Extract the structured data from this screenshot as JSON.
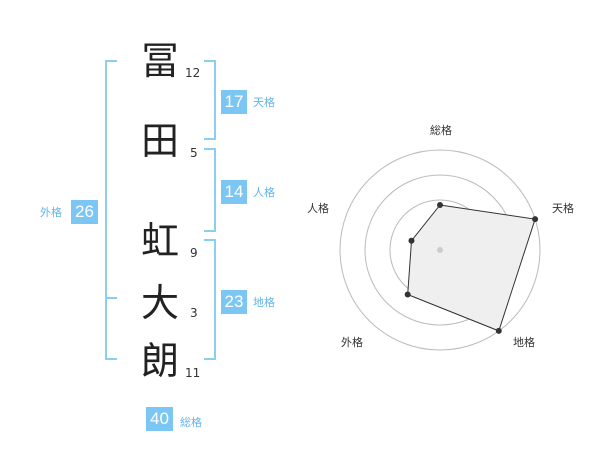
{
  "name": {
    "chars": [
      {
        "char": "冨",
        "strokes": "12"
      },
      {
        "char": "田",
        "strokes": "5"
      },
      {
        "char": "虹",
        "strokes": "9"
      },
      {
        "char": "大",
        "strokes": "3"
      },
      {
        "char": "朗",
        "strokes": "11"
      }
    ]
  },
  "fortunes": {
    "tenkaku": {
      "value": "17",
      "label": "天格"
    },
    "jinkaku": {
      "value": "14",
      "label": "人格"
    },
    "chikaku": {
      "value": "23",
      "label": "地格"
    },
    "gaikaku": {
      "value": "26",
      "label": "外格"
    },
    "soukaku": {
      "value": "40",
      "label": "総格"
    }
  },
  "chart_data": {
    "type": "radar",
    "axes": [
      "総格",
      "天格",
      "地格",
      "外格",
      "人格"
    ],
    "rings": 4,
    "max": 4,
    "values": [
      1.8,
      4,
      4,
      2.2,
      1.2
    ],
    "colors": {
      "fill": "#efefef",
      "stroke": "#333333",
      "grid": "#bbbbbb",
      "center": "#cccccc"
    }
  }
}
